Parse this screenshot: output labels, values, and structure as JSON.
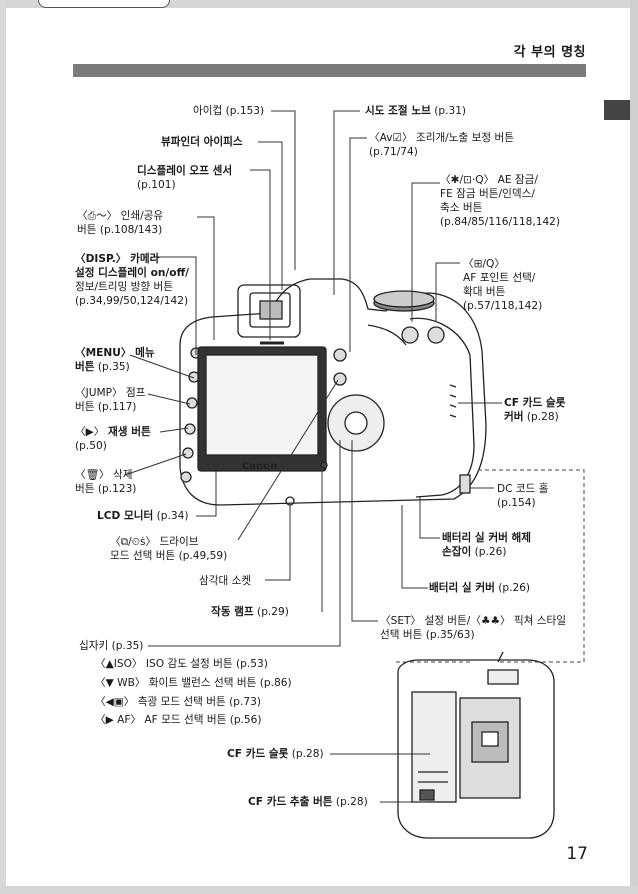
{
  "section_title": "각 부의 명칭",
  "page_number": "17",
  "labels": {
    "eyecup": "아이컵 (p.153)",
    "dioptric": "시도 조절 노브",
    "dioptric_ref": " (p.31)",
    "viewfinder": "뷰파인더 아이피스",
    "av_l1": "〈Av☑〉 조리개/노출 보정 버튼",
    "av_l2": "(p.71/74)",
    "display_off_l1": "디스플레이 오프 센서",
    "display_off_l2": "(p.101)",
    "ae_l1": "〈✱/⊡·Q〉 AE 잠금/",
    "ae_l2": "FE 잠금 버튼/인덱스/",
    "ae_l3": "축소 버튼",
    "ae_l4": "(p.84/85/116/118,142)",
    "print_l1": "〈⎙〜〉 인쇄/공유",
    "print_l2": "버튼 (p.108/143)",
    "af_point_l1": "〈⊞/Q〉",
    "af_point_l2": "AF 포인트 선택/",
    "af_point_l3": "확대 버튼",
    "af_point_l4": "(p.57/118,142)",
    "disp_l1": "〈DISP.〉 카메라",
    "disp_l2": "설정 디스플레이 on/off/",
    "disp_l3": "정보/트리밍 방향 버튼",
    "disp_l4": "(p.34,99/50,124/142)",
    "menu_l1": "〈MENU〉 메뉴",
    "menu_l2": "버튼",
    "menu_l2_ref": " (p.35)",
    "jump_l1": "〈JUMP〉 점프",
    "jump_l2": "버튼 (p.117)",
    "cf_cover_l1": "CF 카드 슬롯",
    "cf_cover_l2": "커버",
    "cf_cover_l2_ref": " (p.28)",
    "play_l1_a": "〈▶〉",
    "play_l1_b": " 재생 버튼",
    "play_l2": "(p.50)",
    "erase_l1": "〈🗑〉 삭제",
    "erase_l2": "버튼 (p.123)",
    "dc_l1": "DC 코드 홀",
    "dc_l2": "(p.154)",
    "lcd": "LCD 모니터",
    "lcd_ref": " (p.34)",
    "battery_release_l1": "배터리 실 커버 해제",
    "battery_release_l2": "손잡이",
    "battery_release_l2_ref": " (p.26)",
    "drive_l1": "〈⧉/⏲︎ṡ〉 드라이브",
    "drive_l2": "모드 선택 버튼 (p.49,59)",
    "battery_cover": "배터리 실 커버",
    "battery_cover_ref": " (p.26)",
    "tripod": "삼각대 소켓",
    "lamp": "작동 램프",
    "lamp_ref": " (p.29)",
    "set_l1": "〈SET〉 설정 버튼/〈♣︎♣︎〉 픽쳐 스타일",
    "set_l2": "선택 버튼 (p.35/63)",
    "cross_key": "십자키 (p.35)",
    "iso": "〈▲ISO〉  ISO 감도 설정 버튼 (p.53)",
    "wb": "〈▼ WB〉  화이트 밸런스 선택 버튼 (p.86)",
    "metering": "〈◀▣〉 측광 모드 선택 버튼 (p.73)",
    "af_mode": "〈▶ AF〉  AF 모드 선택 버튼 (p.56)",
    "cf_slot": "CF 카드 슬롯",
    "cf_slot_ref": " (p.28)",
    "cf_eject": "CF 카드 추출 버튼",
    "cf_eject_ref": " (p.28)"
  },
  "camera": {
    "brand": "Canon"
  }
}
